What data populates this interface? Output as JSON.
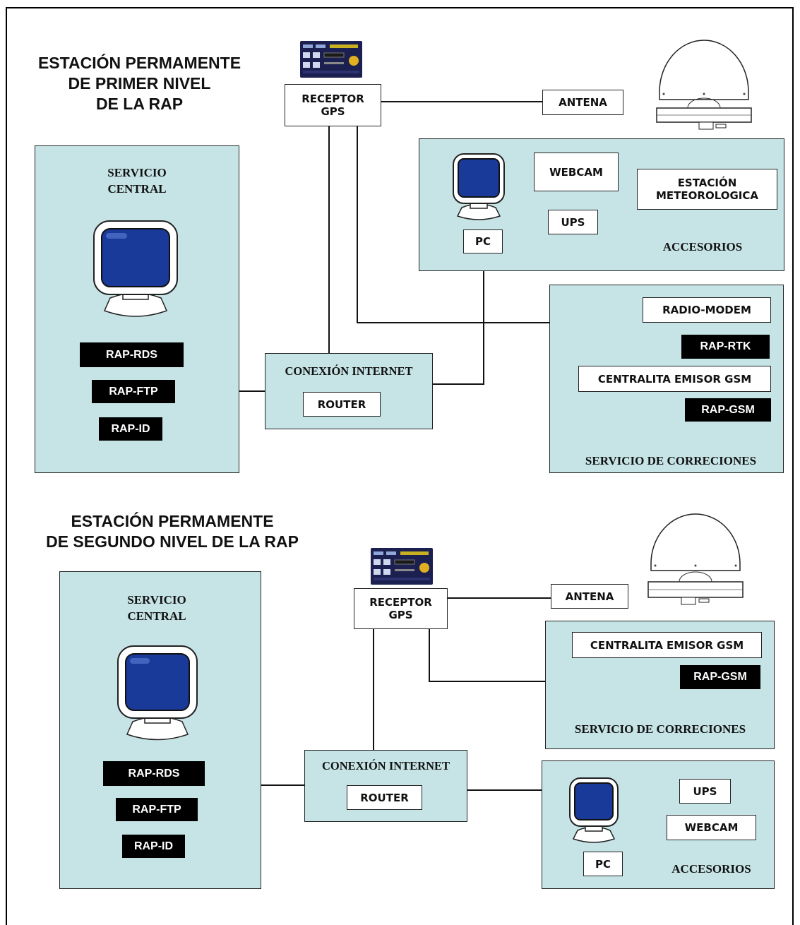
{
  "top": {
    "title": "ESTACIÓN PERMAMENTE\nDE PRIMER NIVEL\nDE LA RAP",
    "receptor": "RECEPTOR\nGPS",
    "antena": "ANTENA",
    "servicio_central": {
      "title": "SERVICIO\nCENTRAL",
      "items": [
        "RAP-RDS",
        "RAP-FTP",
        "RAP-ID"
      ]
    },
    "conexion": {
      "title": "CONEXIÓN INTERNET",
      "router": "ROUTER"
    },
    "accesorios": {
      "webcam": "WEBCAM",
      "estacion": "ESTACIÓN\nMETEOROLOGICA",
      "ups": "UPS",
      "pc": "PC",
      "label": "ACCESORIOS"
    },
    "correcciones": {
      "radio_modem": "RADIO-MODEM",
      "rap_rtk": "RAP-RTK",
      "centralita": "CENTRALITA  EMISOR GSM",
      "rap_gsm": "RAP-GSM",
      "label": "SERVICIO DE CORRECIONES"
    }
  },
  "bottom": {
    "title": "ESTACIÓN PERMAMENTE\nDE SEGUNDO NIVEL DE LA RAP",
    "receptor": "RECEPTOR\nGPS",
    "antena": "ANTENA",
    "servicio_central": {
      "title": "SERVICIO\nCENTRAL",
      "items": [
        "RAP-RDS",
        "RAP-FTP",
        "RAP-ID"
      ]
    },
    "conexion": {
      "title": "CONEXIÓN INTERNET",
      "router": "ROUTER"
    },
    "correcciones": {
      "centralita": "CENTRALITA  EMISOR GSM",
      "rap_gsm": "RAP-GSM",
      "label": "SERVICIO DE CORRECIONES"
    },
    "accesorios": {
      "ups": "UPS",
      "webcam": "WEBCAM",
      "pc": "PC",
      "label": "ACCESORIOS"
    }
  },
  "icons": {
    "monitor": "monitor-icon",
    "gps_receiver": "gps-receiver-icon",
    "antenna": "antenna-dome-icon"
  },
  "colors": {
    "panel": "#c6e4e6",
    "screen": "#1a3a9a",
    "dark_box": "#000000"
  }
}
